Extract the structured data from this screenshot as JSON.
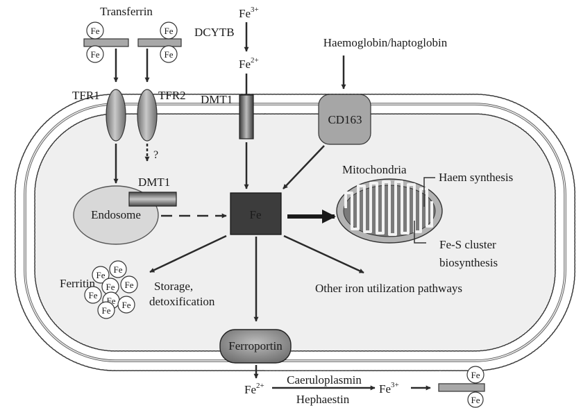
{
  "labels": {
    "transferrin": "Transferrin",
    "fe3_top": "Fe",
    "fe3_top_sup": "3+",
    "dcytb": "DCYTB",
    "fe2_top": "Fe",
    "fe2_top_sup": "2+",
    "haemoglobin": "Haemoglobin/haptoglobin",
    "tfr1": "TFR1",
    "tfr2": "TFR2",
    "dmt1_membrane": "DMT1",
    "cd163": "CD163",
    "question": "?",
    "dmt1_endosome": "DMT1",
    "endosome": "Endosome",
    "fe_center": "Fe",
    "mitochondria": "Mitochondria",
    "haem_synthesis": "Haem synthesis",
    "fes_line1": "Fe-S cluster",
    "fes_line2": "biosynthesis",
    "ferritin": "Ferritin",
    "storage_line1": "Storage,",
    "storage_line2": "detoxification",
    "other_pathways": "Other iron utilization pathways",
    "ferroportin": "Ferroportin",
    "fe2_bottom": "Fe",
    "fe2_bottom_sup": "2+",
    "caeruloplasmin": "Caeruloplasmin",
    "hephaestin": "Hephaestin",
    "fe3_bottom": "Fe",
    "fe3_bottom_sup": "3+"
  },
  "fe_token": "Fe",
  "colors": {
    "membrane_head": "#ffffff",
    "membrane_outline": "#3a3a3a",
    "cytoplasm": "#efefef",
    "receptor": "#9a9a9a",
    "fe_box": "#3c3c3c",
    "arrow": "#2a2a2a"
  }
}
